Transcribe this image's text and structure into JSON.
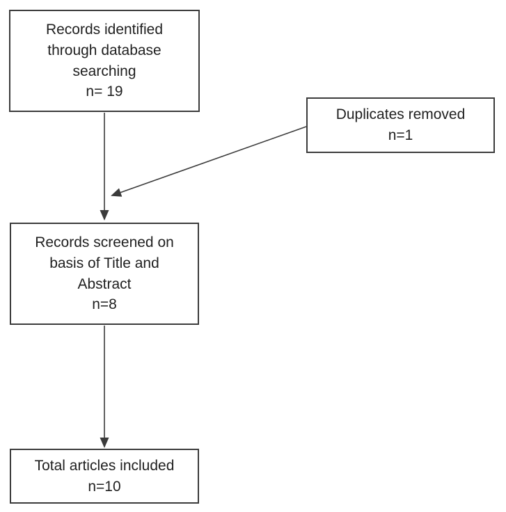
{
  "colors": {
    "line": "#3b3b3b",
    "border": "#3b3b3b",
    "text": "#1f1f1f",
    "background": "#ffffff"
  },
  "boxes": {
    "identified": {
      "label": "Records identified\nthrough database\nsearching",
      "count": "n= 19"
    },
    "duplicates": {
      "label": "Duplicates removed",
      "count": "n=1"
    },
    "screened": {
      "label": "Records screened on\nbasis of Title and\nAbstract",
      "count": "n=8"
    },
    "included": {
      "label": "Total articles included",
      "count": "n=10"
    }
  }
}
